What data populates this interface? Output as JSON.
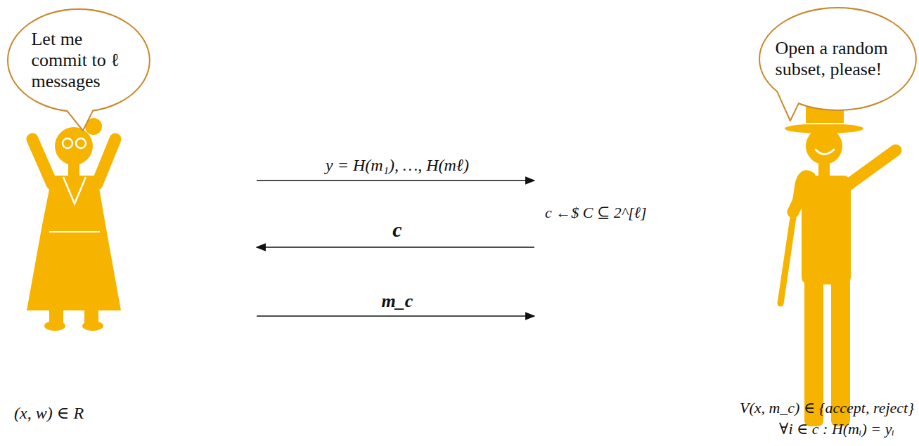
{
  "diagram": {
    "nodes": [
      {
        "text": [
          "Let me commit to ℓ messages"
        ]
      },
      {
        "text": [
          "Open a random subset, please!"
        ]
      }
    ],
    "labels": [
      "y = H(m₁), …, H(mℓ)",
      "c",
      "c ←$ C ⊆ 2^[ℓ]",
      "m_c",
      "(x, w) ∈ R",
      "V(x, m_c) ∈ {accept, reject}",
      "∀i ∈ c : H(mᵢ) = yᵢ"
    ]
  }
}
